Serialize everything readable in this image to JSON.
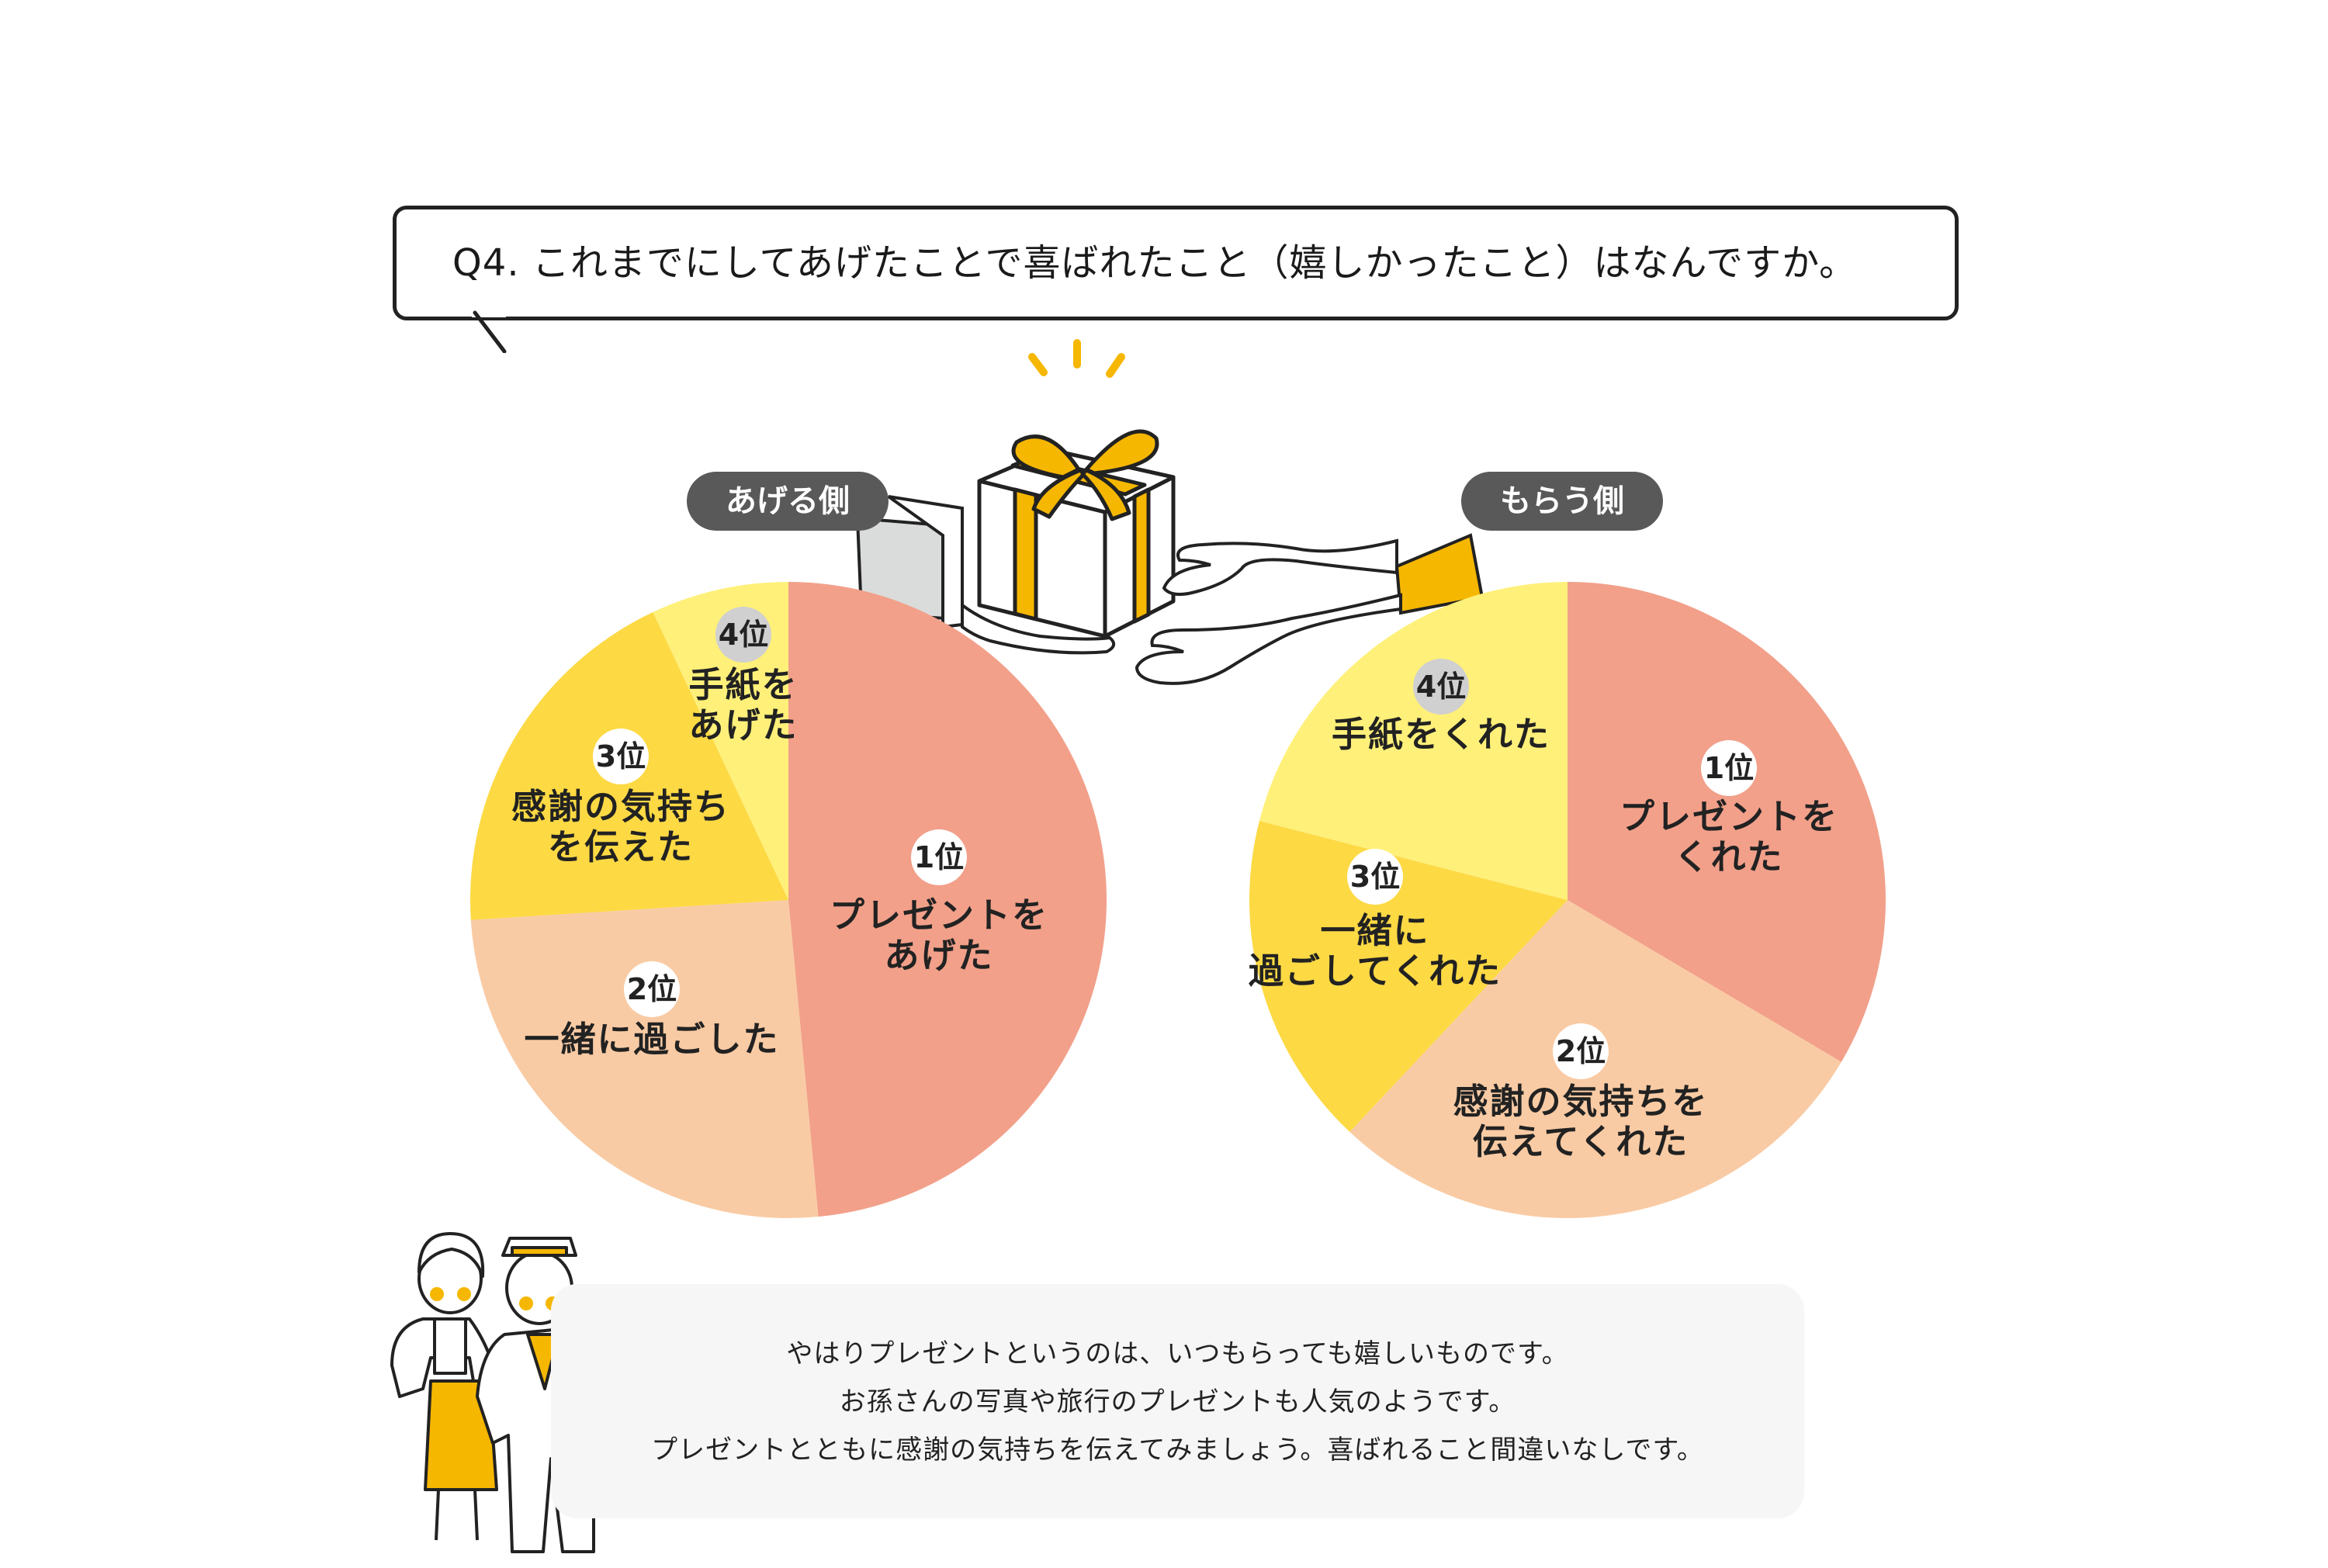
{
  "question": "Q4. これまでにしてあげたことで喜ばれたこと（嬉しかったこと）はなんですか。",
  "giver_label": "あげる側",
  "receiver_label": "もらう側",
  "colors": {
    "rank1": "#F2A08A",
    "rank2": "#F9CBA4",
    "rank3": "#FDD944",
    "rank4": "#FFF07A",
    "accent": "#F6B700",
    "pill": "#595959"
  },
  "chart_data": [
    {
      "type": "pie",
      "title": "あげる側",
      "slices": [
        {
          "rank": "1位",
          "label_lines": [
            "プレゼントを",
            "あげた"
          ],
          "value": 48.5
        },
        {
          "rank": "2位",
          "label_lines": [
            "一緒に過ごした"
          ],
          "value": 25.5
        },
        {
          "rank": "3位",
          "label_lines": [
            "感謝の気持ち",
            "を伝えた"
          ],
          "value": 19
        },
        {
          "rank": "4位",
          "label_lines": [
            "手紙を",
            "あげた"
          ],
          "value": 7
        }
      ]
    },
    {
      "type": "pie",
      "title": "もらう側",
      "slices": [
        {
          "rank": "1位",
          "label_lines": [
            "プレゼントを",
            "くれた"
          ],
          "value": 33.5
        },
        {
          "rank": "2位",
          "label_lines": [
            "感謝の気持ちを",
            "伝えてくれた"
          ],
          "value": 28.5
        },
        {
          "rank": "3位",
          "label_lines": [
            "一緒に",
            "過ごしてくれた"
          ],
          "value": 17
        },
        {
          "rank": "4位",
          "label_lines": [
            "手紙をくれた"
          ],
          "value": 21
        }
      ]
    }
  ],
  "comment": [
    "やはりプレゼントというのは、いつもらっても嬉しいものです。",
    "お孫さんの写真や旅行のプレゼントも人気のようです。",
    "プレゼントとともに感謝の気持ちを伝えてみましょう。喜ばれること間違いなしです。"
  ]
}
